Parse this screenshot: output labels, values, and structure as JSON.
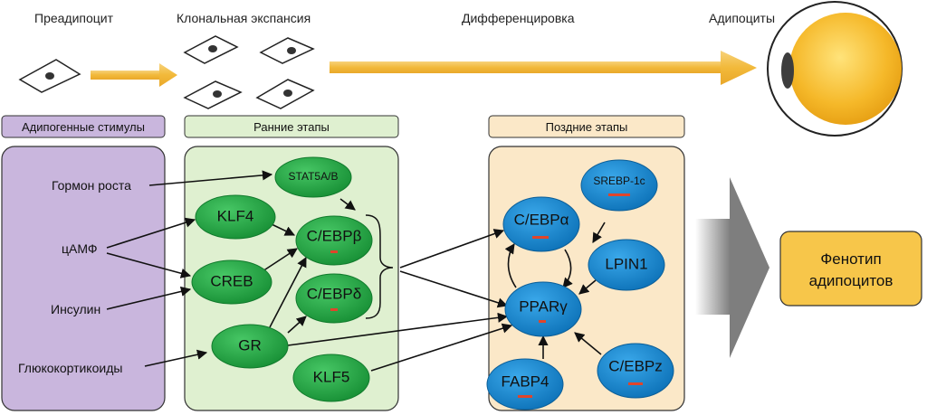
{
  "stages": {
    "preadipocyte": "Преадипоцит",
    "clonal_expansion": "Клональная экспансия",
    "differentiation": "Дифференцировка",
    "adipocytes": "Адипоциты"
  },
  "panels": {
    "stimuli_header": "Адипогенные стимулы",
    "early_header": "Ранние этапы",
    "late_header": "Поздние этапы"
  },
  "stimuli": {
    "growth_hormone": "Гормон роста",
    "camp": "цАМФ",
    "insulin": "Инсулин",
    "glucocorticoids": "Глюкокортикоиды"
  },
  "early_nodes": {
    "stat5": "STAT5A/B",
    "klf4": "KLF4",
    "cebpb": "C/EBPβ",
    "creb": "CREB",
    "cebpd": "C/EBPδ",
    "gr": "GR",
    "klf5": "KLF5"
  },
  "late_nodes": {
    "srebp": "SREBP-1c",
    "cebpa": "C/EBPα",
    "lpin1": "LPIN1",
    "pparg": "PPARγ",
    "fabp4": "FABP4",
    "cebpz": "C/EBPz"
  },
  "phenotype": {
    "line1": "Фенотип",
    "line2": "адипоцитов"
  },
  "colors": {
    "stimuli_fill": "#c9b6dd",
    "early_fill": "#dff0d0",
    "late_fill": "#fbe8c8",
    "green_node": "#2aa84a",
    "blue_node": "#1c8fd6",
    "arrow_gold": "#f2c14e",
    "phenotype_fill": "#f7c64a",
    "red_mark": "#e0452b"
  }
}
